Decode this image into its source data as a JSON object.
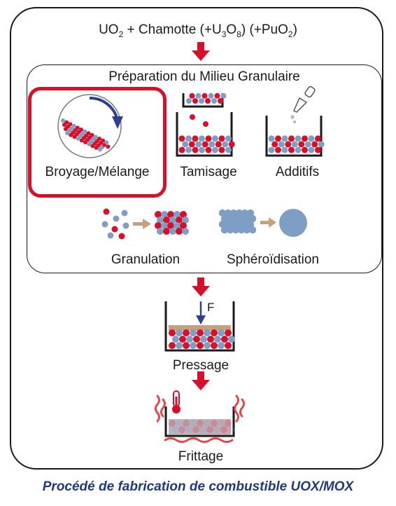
{
  "header": {
    "formula_parts": [
      "UO",
      "2",
      " + Chamotte (+U",
      "3",
      "O",
      "8",
      ") (+PuO",
      "2",
      ")"
    ]
  },
  "inner_section": {
    "title": "Préparation du Milieu Granulaire",
    "steps": {
      "broyage": "Broyage/Mélange",
      "tamisage": "Tamisage",
      "additifs": "Additifs",
      "granulation": "Granulation",
      "spheroidisation": "Sphéroïdisation"
    }
  },
  "pressage": {
    "label": "Pressage",
    "force_label": "F"
  },
  "frittage": {
    "label": "Frittage"
  },
  "caption": "Procédé de fabrication de combustible UOX/MOX",
  "colors": {
    "red": "#d60f2a",
    "blue": "#7f9ec4",
    "press_bar": "#c4a07c",
    "arrow_blue": "#2f3f8f",
    "caption": "#1f3a7a"
  }
}
